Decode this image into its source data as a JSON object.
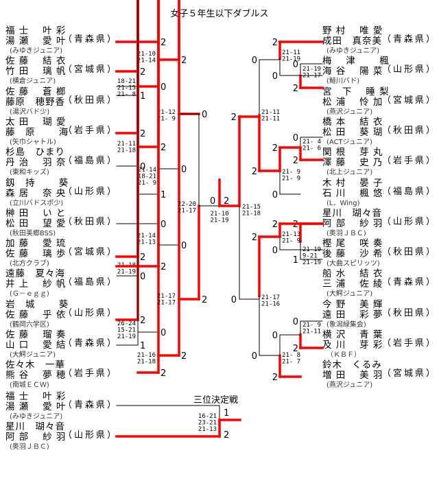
{
  "title": "女子５年生以下ダブルス",
  "third_place_title": "三位決定戦",
  "colors": {
    "winner_line": "#ff0000",
    "line": "#000000"
  },
  "left_entries": [
    {
      "p1": "福 士　 叶 彩",
      "p2": "湯 瀬　 愛 叶",
      "club": "(みゆきジュニア)",
      "pref": "（青森県）"
    },
    {
      "p1": "佐 藤　 結 衣",
      "p2": "竹 田　 璃 帆",
      "club": "(横倉ジュニア)",
      "pref": "（宮城県）"
    },
    {
      "p1": "佐 藤　 蒼 榔",
      "p2": "藤原　穂野香",
      "club": "(湯沢バド少)",
      "pref": "（秋田県）"
    },
    {
      "p1": "太 田　 瑚 愛",
      "p2": "藤　原　　 海",
      "club": "(矢巾シャトル)",
      "pref": "（岩手県）"
    },
    {
      "p1": "杉島　ひまり",
      "p2": "丹 治　 羽 奈",
      "club": "(東和キッズ)",
      "pref": "（福島県）"
    },
    {
      "p1": "釼　持　　 葵",
      "p2": "森 居　 奈 央",
      "club": "(立川バドスポ少)",
      "pref": "（山形県）"
    },
    {
      "p1": "榊 田　 い と",
      "p2": "松 田　 望 愛",
      "club": "(秋田美郷BSS)",
      "pref": "（秋田県）"
    },
    {
      "p1": "加 藤　 愛 琉",
      "p2": "佐 藤　 璃 歩",
      "club": "(北方クラブ)",
      "pref": "（宮城県）"
    },
    {
      "p1": "遠藤　夏々海",
      "p2": "井 上　 紗 帆",
      "club": "(Ｇ－ｅｇｇ)",
      "pref": "（福島県）"
    },
    {
      "p1": "岩　城　　 葵",
      "p2": "佐 藤　 乎 依",
      "club": "(鶴岡六学区)",
      "pref": "（山形県）"
    },
    {
      "p1": "佐 藤　 瑠 奏",
      "p2": "山 口　 愛 結",
      "club": "(大鰐ジュニア)",
      "pref": "（青森県）"
    },
    {
      "p1": "佐々木　一華",
      "p2": "熊 谷　 夢 穂",
      "club": "(南城ＥＣＷ)",
      "pref": "（岩手県）"
    }
  ],
  "right_entries": [
    {
      "p1": "野 村　 唯 愛",
      "p2": "成田　真奈美",
      "club": "(みゆきジュニア)",
      "pref": "（青森県）"
    },
    {
      "p1": "梅　 津　　 楓",
      "p2": "海 谷　 陽 菜",
      "club": "(鮭川バド)",
      "pref": "（山形県）"
    },
    {
      "p1": "宮　下　 睡 梨",
      "p2": "松 浦　 怜 加",
      "club": "(燕沢ジュニア)",
      "pref": "（宮城県）"
    },
    {
      "p1": "橋 本　 結 衣",
      "p2": "松 田　 葵 瑚",
      "club": "(ACTジュニア)",
      "pref": "（秋田県）"
    },
    {
      "p1": "関 根　 芽 丸",
      "p2": "澤 藤　 史 乃",
      "club": "(北上ジュニア)",
      "pref": "（岩手県）"
    },
    {
      "p1": "木 村　 晏 子",
      "p2": "石 川　 楓 悠",
      "club": "(L．Wing)",
      "pref": "（福島県）"
    },
    {
      "p1": "星川　瑚々音",
      "p2": "阿 部　 紗 羽",
      "club": "(奥羽ＪＢＣ)",
      "pref": "（山形県）"
    },
    {
      "p1": "樫 尾　 咲 奏",
      "p2": "後 藤　 沙 希",
      "club": "(大曲スピリッツ)",
      "pref": "（秋田県）"
    },
    {
      "p1": "船 水　 結 衣",
      "p2": "三 浦　 佐 綾",
      "club": "(大鰐ジュニア)",
      "pref": "（青森県）"
    },
    {
      "p1": "今 野　 美 輝",
      "p2": "遠 田　 彩 夢",
      "club": "(象潟緑集会)",
      "pref": "（秋田県）"
    },
    {
      "p1": "横 沢　 青 葉",
      "p2": "及 川　 芽 彩",
      "club": "（ＫＢＦ）",
      "pref": "（岩手県）"
    },
    {
      "p1": "鈴木　くるみ",
      "p2": "増 田　 美 羽",
      "club": "(燕沢ジュニア)",
      "pref": "（宮城県）"
    }
  ],
  "third_place_entries": [
    {
      "p1": "福 士　 叶 彩",
      "p2": "湯 瀬　 愛 叶",
      "club": "(みゆきジュニア)",
      "pref": "（青森県）"
    },
    {
      "p1": "星川　瑚々音",
      "p2": "阿 部　 紗 羽",
      "club": "(奥羽ＪＢＣ)",
      "pref": "（山形県）"
    }
  ],
  "scores": {
    "L_r1a_top": "2",
    "L_r1a_bot": "1",
    "L_r1a_games": [
      "18-21",
      "21-15",
      "21- 8"
    ],
    "L_r2a_top": "2",
    "L_r2a_bot": "0",
    "L_r2a_games": [
      "21-10",
      "21-14"
    ],
    "L_r1b_top": "2",
    "L_r1b_bot": "0",
    "L_r1b_games": [
      "21-11",
      "21-18"
    ],
    "L_r2b_top": "2",
    "L_r2b_bot": "1",
    "L_r2b_games": [
      "21-14",
      "18-21",
      "21- 9"
    ],
    "L_r3a_top": "2",
    "L_r3a_bot": "0",
    "L_r3a_games": [
      "21-12",
      "21- 9"
    ],
    "L_r1c_top": "2",
    "L_r1c_bot": "0",
    "L_r1c_games": [
      "21-18",
      "21-19"
    ],
    "L_r2c_top": "0",
    "L_r2c_bot": "2",
    "L_r2c_games": [
      "21-14",
      "21-13"
    ],
    "L_r1d_top": "2",
    "L_r1d_bot": "1",
    "L_r1d_games": [
      "26-24",
      "15-21",
      "21-19"
    ],
    "L_r2d_top": "0",
    "L_r2d_bot": "2",
    "L_r2d_games": [
      "21-16",
      "21-18"
    ],
    "L_r3b_top": "0",
    "L_r3b_bot": "2",
    "L_r3b_games": [
      "21-17",
      "21-17"
    ],
    "L_sf_top": "0",
    "L_sf_bot": "2",
    "L_sf_games": [
      "22-20",
      "21-17"
    ],
    "F_left": "0",
    "F_right": "2",
    "F_games": [
      "21-10",
      "21-19"
    ],
    "R_sf_top": "2",
    "R_sf_bot": "0",
    "R_sf_games": [
      "21-15",
      "21-18"
    ],
    "R_r1a_top": "0",
    "R_r1a_bot": "2",
    "R_r1a_games": [
      "21-19",
      "21-17"
    ],
    "R_r2a_top": "2",
    "R_r2a_bot": "0",
    "R_r2a_games": [
      "21-11",
      "21-19"
    ],
    "R_r1b_top": "0",
    "R_r1b_bot": "2",
    "R_r1b_games": [
      "21- 4",
      "21- 6"
    ],
    "R_r2b_top": "2",
    "R_r2b_bot": "0",
    "R_r2b_games": [
      "21- 9",
      "21- 9"
    ],
    "R_r3a_top": "0",
    "R_r3a_bot": "2",
    "R_r3a_games": [
      "21-11",
      "21-11"
    ],
    "R_r1c_top": "2",
    "R_r1c_bot": "1",
    "R_r1c_games": [
      "21-19",
      "9-21",
      "21-19"
    ],
    "R_r2c_top": "2",
    "R_r2c_bot": "0",
    "R_r2c_games": [
      "21-13",
      "21- 9"
    ],
    "R_r1d_top": "0",
    "R_r1d_bot": "2",
    "R_r1d_games": [
      "21- 9",
      "21-11"
    ],
    "R_r2d_top": "0",
    "R_r2d_bot": "2",
    "R_r2d_games": [
      "21- 8",
      "21- 7"
    ],
    "R_r3b_top": "2",
    "R_r3b_bot": "0",
    "R_r3b_games": [
      "21-17",
      "21-16"
    ],
    "T_top": "1",
    "T_bot": "2",
    "T_games": [
      "16-21",
      "23-21",
      "21-13"
    ]
  }
}
